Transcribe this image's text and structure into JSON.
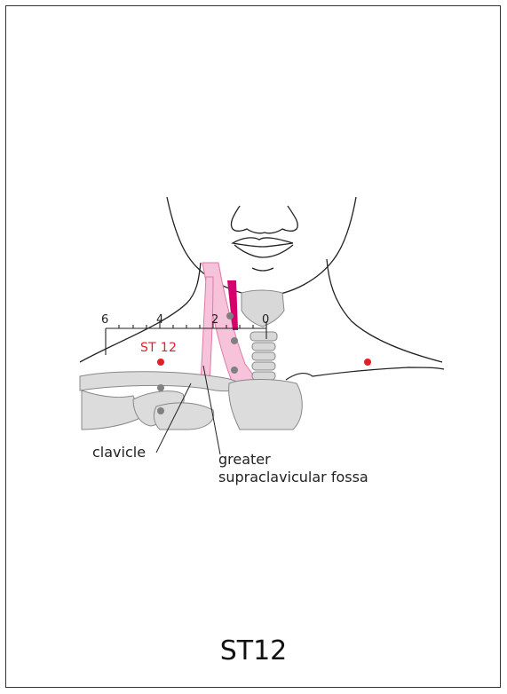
{
  "figure": {
    "point_label": "ST 12",
    "caption": "ST12",
    "ruler_ticks": [
      "6",
      "4",
      "2",
      "0"
    ],
    "annotations": {
      "clavicle": "clavicle",
      "fossa_line1": "greater",
      "fossa_line2": "supraclavicular fossa"
    }
  },
  "colors": {
    "point": "#e3202a",
    "muscle": "#f7c3db",
    "muscle_dark": "#d6006c",
    "bone": "#dcdcdc",
    "landmark": "#808080",
    "line": "#222222"
  }
}
